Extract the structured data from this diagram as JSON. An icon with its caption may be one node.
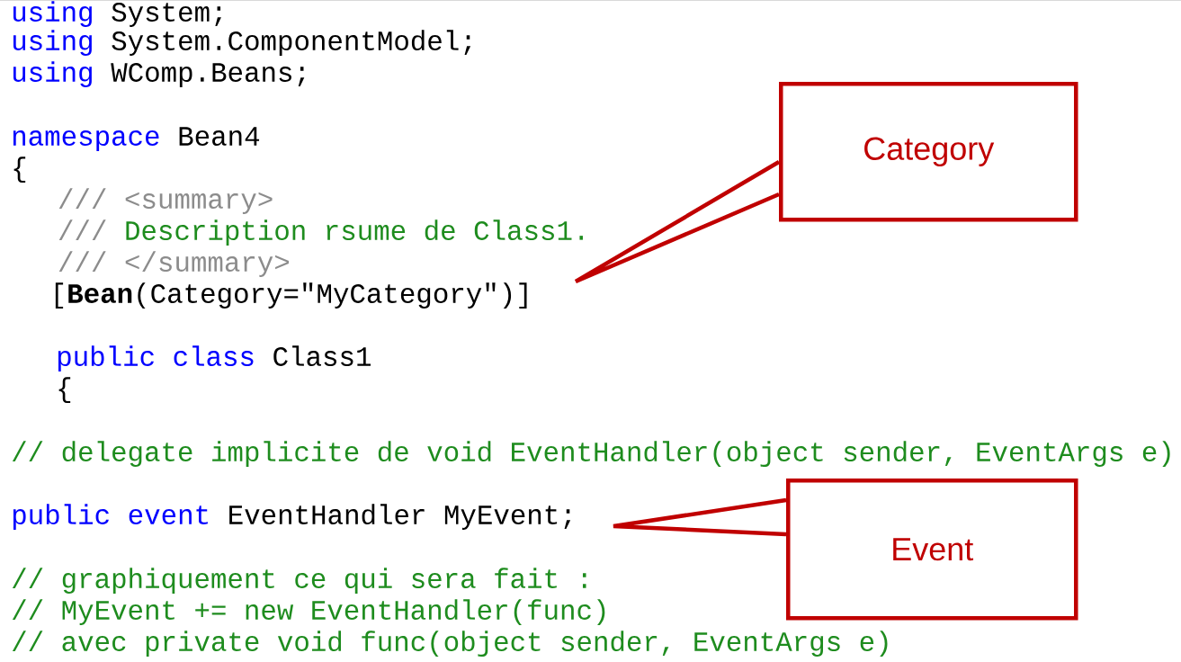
{
  "diagram": {
    "nodes": [
      {
        "text": [
          "Category"
        ]
      },
      {
        "text": [
          "Event"
        ]
      }
    ],
    "edges": [
      {
        "from": 0,
        "to": null,
        "arrow": "none"
      },
      {
        "from": 1,
        "to": null,
        "arrow": "none"
      }
    ],
    "labels": [
      "using",
      "System;",
      "using",
      "System.ComponentModel;",
      "using",
      "WComp.Beans;",
      "namespace",
      "Bean4",
      "{",
      "///",
      "<summary>",
      "///",
      "Description rsume de Class1.",
      "///",
      "</summary>",
      "[",
      "Bean",
      "(Category=\"MyCategory\")]",
      "public",
      "class",
      "Class1",
      "{",
      "// delegate implicite de void EventHandler(object sender, EventArgs e)",
      "public",
      "event",
      "EventHandler MyEvent;",
      "// graphiquement ce qui sera fait  :",
      "// MyEvent += new EventHandler(func)",
      "// avec private void func(object sender, EventArgs e)"
    ]
  }
}
